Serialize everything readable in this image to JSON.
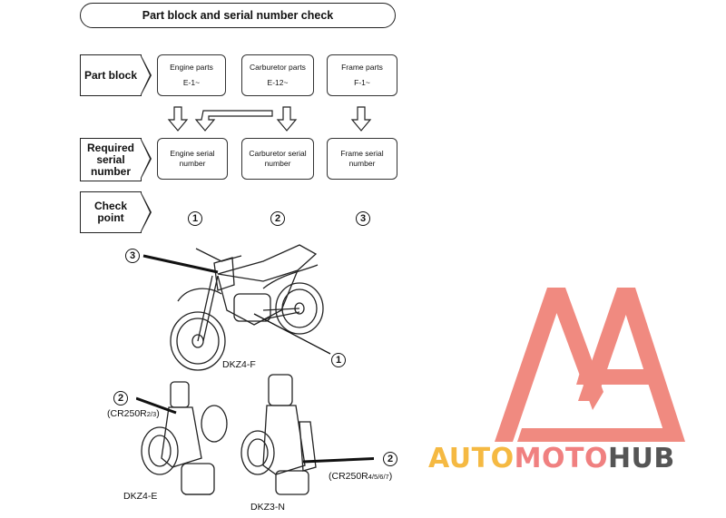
{
  "title": "Part block and serial number check",
  "row_labels": {
    "part_block": "Part block",
    "required_serial": "Required serial number",
    "check_point": "Check point"
  },
  "part_blocks": [
    {
      "name": "Engine parts",
      "code": "E-1~"
    },
    {
      "name": "Carburetor parts",
      "code": "E-12~"
    },
    {
      "name": "Frame parts",
      "code": "F-1~"
    }
  ],
  "serials": [
    "Engine serial number",
    "Carburetor serial number",
    "Frame serial number"
  ],
  "check_points": [
    "1",
    "2",
    "3"
  ],
  "figure_labels": {
    "motorcycle": "DKZ4-F",
    "carb_left": "DKZ4-E",
    "carb_right": "DKZ3-N",
    "model_left": "(CR250R",
    "model_left_sub": "2/3",
    "model_right": "(CR250R",
    "model_right_sub": "4/5/6/7"
  },
  "callouts": {
    "moto_frame": "3",
    "moto_engine": "1",
    "carb_left": "2",
    "carb_right": "2"
  },
  "watermark": {
    "auto": "AUTO",
    "moto": "MOTO",
    "hub": "HUB",
    "colors": {
      "auto": "#f5b942",
      "moto": "#f08080",
      "hub": "#555555",
      "logo": "#f08a80"
    }
  }
}
